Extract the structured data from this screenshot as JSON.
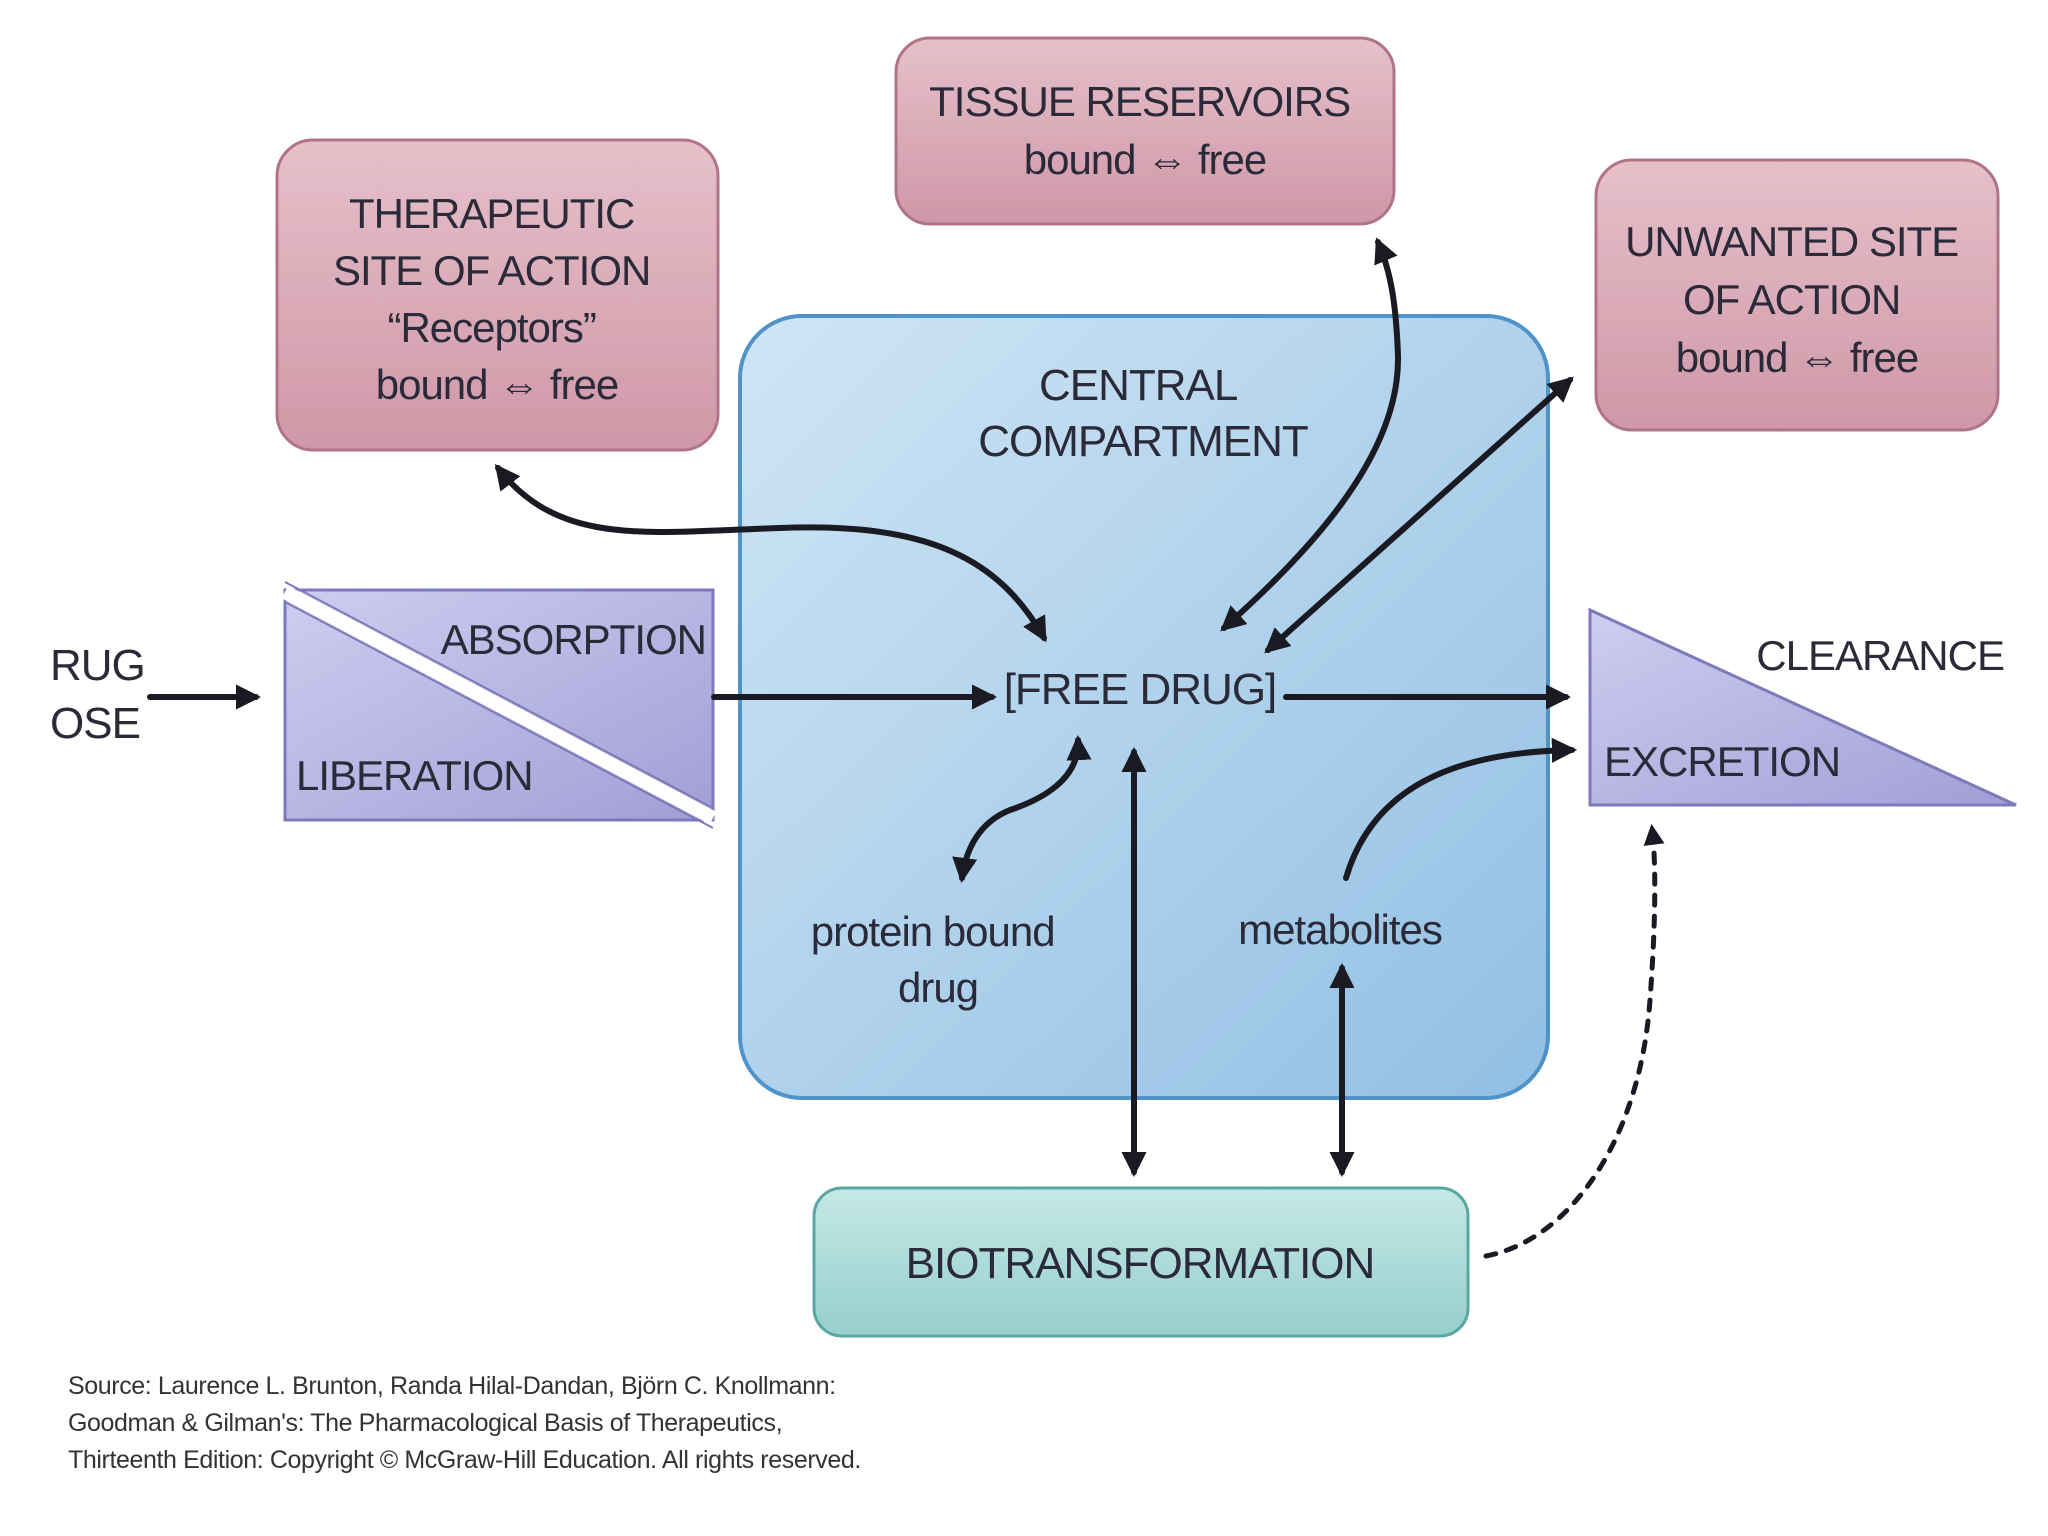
{
  "boxes": {
    "therapeutic": {
      "lines": [
        "THERAPEUTIC",
        "SITE OF ACTION",
        "“Receptors”",
        "bound ⇔ free"
      ],
      "fill": "#d8a6b4",
      "stroke": "#b07486"
    },
    "tissue": {
      "lines": [
        "TISSUE RESERVOIRS",
        "bound ⇔ free"
      ],
      "fill": "#d8a6b4",
      "stroke": "#b07486"
    },
    "unwanted": {
      "lines": [
        "UNWANTED SITE",
        "OF ACTION",
        "bound ⇔ free"
      ],
      "fill": "#d8a6b4",
      "stroke": "#b07486"
    },
    "central": {
      "lines": [
        "CENTRAL",
        "COMPARTMENT"
      ],
      "fill": "#a9cde8",
      "stroke": "#4f93c9"
    },
    "biotransformation": {
      "label": "BIOTRANSFORMATION",
      "fill": "#a8d8d6",
      "stroke": "#5aa6a2"
    }
  },
  "labels": {
    "drug_dose": [
      "RUG",
      "OSE"
    ],
    "absorption": "ABSORPTION",
    "liberation": "LIBERATION",
    "free_drug": "[FREE DRUG]",
    "protein_bound": [
      "protein bound",
      "drug"
    ],
    "metabolites": "metabolites",
    "clearance": "CLEARANCE",
    "excretion": "EXCRETION"
  },
  "shapes": {
    "absorption_fill": "#b9b6e2",
    "absorption_stroke": "#7e79b8",
    "clearance_fill": "#b9b6e2",
    "clearance_stroke": "#7e79b8",
    "arrow_color": "#1a1a22"
  },
  "source": [
    "Source: Laurence L. Brunton, Randa Hilal-Dandan, Björn C. Knollmann:",
    "Goodman & Gilman's: The Pharmacological Basis of Therapeutics,",
    "Thirteenth Edition: Copyright © McGraw-Hill Education. All rights reserved."
  ]
}
